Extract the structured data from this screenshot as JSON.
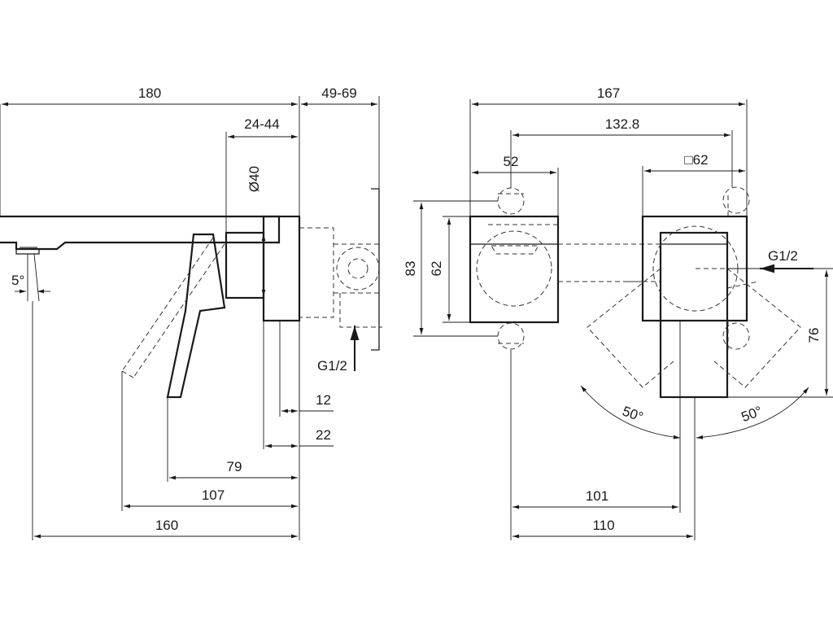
{
  "labels": {
    "d180": "180",
    "d49_69": "49-69",
    "d24_44": "24-44",
    "d40": "Ø40",
    "d5": "5°",
    "g12_left": "G1/2",
    "d12": "12",
    "d22": "22",
    "d79": "79",
    "d107": "107",
    "d160": "160",
    "d167": "167",
    "d132_8": "132.8",
    "d52": "52",
    "d62sq": "□62",
    "d83": "83",
    "d62": "62",
    "g12_right": "G1/2",
    "d76": "76",
    "a50_left": "50°",
    "a50_right": "50°",
    "d101": "101",
    "d110": "110"
  }
}
